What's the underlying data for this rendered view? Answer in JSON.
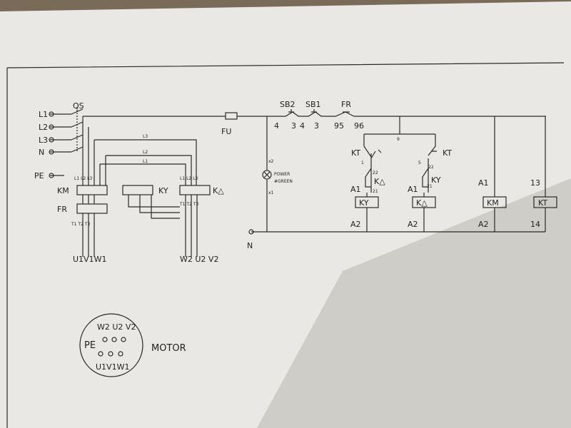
{
  "power_lines": [
    "L1",
    "L2",
    "L3",
    "N",
    "PE"
  ],
  "main_switch": "QS",
  "fuse": "FU",
  "contactors": {
    "km": "KM",
    "fr": "FR",
    "ky": "KY",
    "kd": "K△"
  },
  "terminals": {
    "left_top": [
      "L1",
      "L2",
      "L3"
    ],
    "left_bottom": [
      "T1",
      "T2",
      "T3"
    ],
    "right_top": [
      "L1",
      "L2",
      "L3"
    ],
    "right_bottom": [
      "T1",
      "T2",
      "T3"
    ],
    "motor_left": "U1V1W1",
    "motor_right": "W2 U2 V2"
  },
  "bus_labels": [
    "L3",
    "L2",
    "L1"
  ],
  "control": {
    "sb2": "SB2",
    "sb1": "SB1",
    "fr": "FR",
    "sb2_pins": [
      "4",
      "3"
    ],
    "sb1_pins": [
      "4",
      "3"
    ],
    "fr_pins": [
      "95",
      "96"
    ],
    "node": "9",
    "kt": "KT",
    "kt_pin": "1",
    "kt2": "KT",
    "kt2_pin": "5",
    "ky_contact": "KY",
    "kd_contact": "K△",
    "contact_22": "22",
    "contact_21": "21",
    "a1": "A1",
    "a2": "A2",
    "p13": "13",
    "p14": "14",
    "coil_ky": "KY",
    "coil_kd": "K△",
    "coil_km": "KM",
    "coil_kt": "KT",
    "neutral": "N",
    "lamp_x2": "x2",
    "lamp_x1": "x1",
    "lamp_label1": "POWER",
    "lamp_label2": "#GREEN"
  },
  "motor": {
    "label": "MOTOR",
    "pe": "PE",
    "top_row": "W2 U2 V2",
    "bottom_row": "U1V1W1"
  }
}
